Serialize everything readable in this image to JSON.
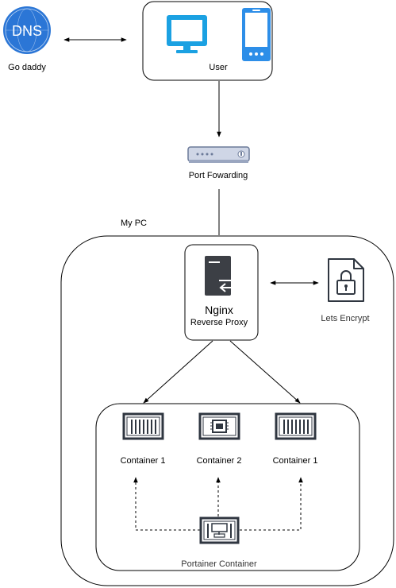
{
  "colors": {
    "dns_blue": "#2b76d6",
    "monitor_cyan": "#1ba1e2",
    "phone_blue": "#2d8ee8",
    "dark_icon": "#2f3640",
    "router_fill": "#cfd6e6",
    "router_stroke": "#6b7a99",
    "nginx_server": "#3c3f45",
    "line": "#000000"
  },
  "nodes": {
    "dns": {
      "icon": "dns-globe-icon",
      "icon_text": "DNS",
      "label": "Go daddy"
    },
    "user": {
      "icons": [
        "monitor-icon",
        "mobile-phone-icon"
      ],
      "label": "User"
    },
    "router": {
      "icon": "router-icon",
      "label": "Port Fowarding"
    },
    "my_pc": {
      "label": "My PC"
    },
    "nginx": {
      "icon": "server-proxy-icon",
      "title": "Nginx",
      "subtitle": "Reverse Proxy"
    },
    "lets_encrypt": {
      "icon": "locked-file-icon",
      "label": "Lets Encrypt"
    },
    "containers": [
      {
        "icon": "container-icon",
        "label": "Container 1"
      },
      {
        "icon": "chip-container-icon",
        "label": "Container 2"
      },
      {
        "icon": "container-icon",
        "label": "Container 1"
      }
    ],
    "portainer": {
      "icon": "portainer-icon",
      "label": "Portainer Container"
    }
  }
}
